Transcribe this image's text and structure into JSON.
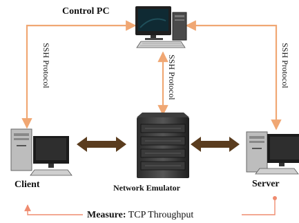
{
  "nodes": {
    "control_pc": "Control PC",
    "client": "Client",
    "server": "Server",
    "network_emulator": "Network Emulator"
  },
  "links": {
    "left_ssh": "SSH Protocol",
    "center_ssh": "SSH Protocol",
    "right_ssh": "SSH Protocol"
  },
  "measure": {
    "prefix": "Measure:",
    "metric": "TCP Throughput"
  },
  "colors": {
    "ssh_link": "#f0a773",
    "data_link": "#5a3c1e",
    "measure_link": "#ef8b6f"
  },
  "icons": [
    "desktop-pc-icon",
    "server-rack-icon",
    "double-arrow-icon"
  ]
}
